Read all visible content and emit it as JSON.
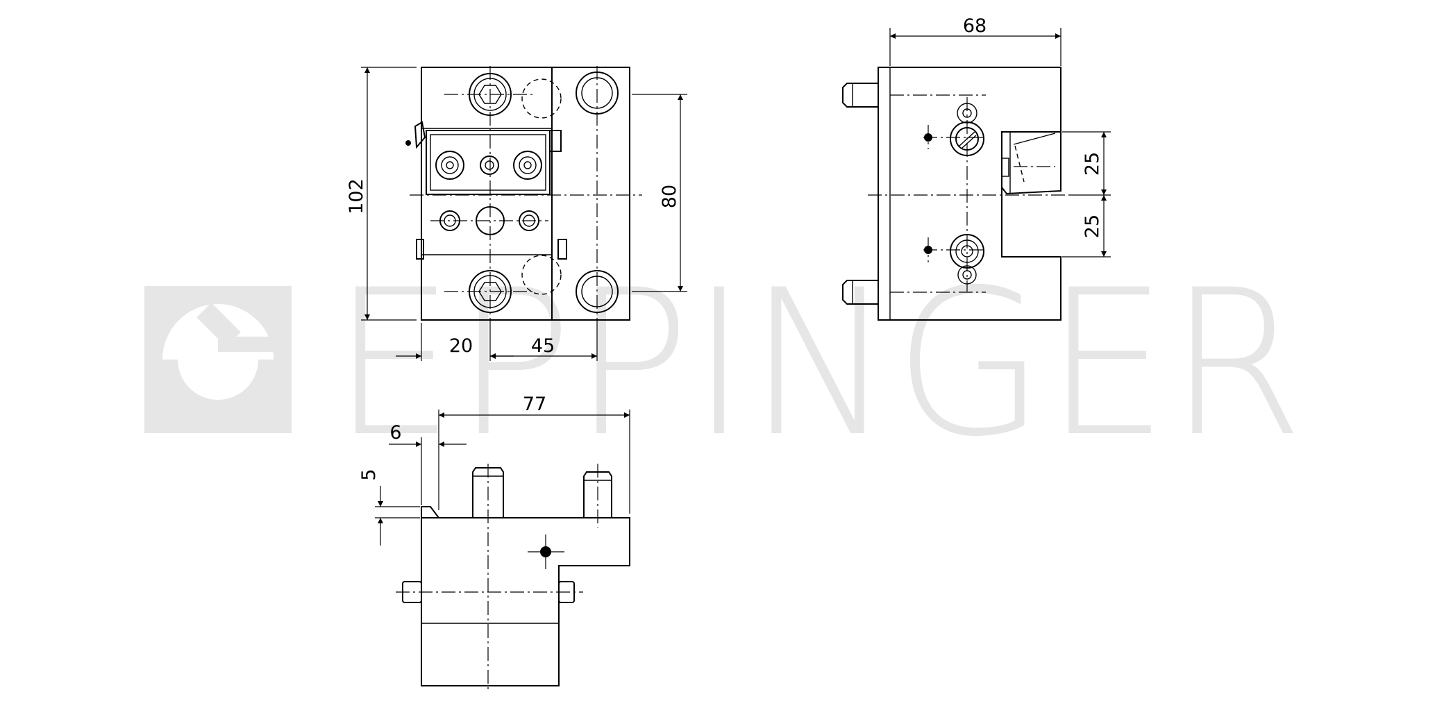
{
  "watermark": {
    "brand_text": "EPPINGER",
    "logo": "eppinger-logo-icon",
    "color": "#e6e6e6"
  },
  "views": {
    "front": {
      "dims": {
        "height_102": "102",
        "height_80": "80",
        "width_20": "20",
        "width_45": "45"
      }
    },
    "side": {
      "dims": {
        "width_68": "68",
        "upper_25": "25",
        "lower_25": "25"
      }
    },
    "top": {
      "dims": {
        "width_77": "77",
        "offset_6": "6",
        "height_5": "5"
      }
    }
  },
  "colors": {
    "line": "#000000",
    "background": "#ffffff"
  }
}
